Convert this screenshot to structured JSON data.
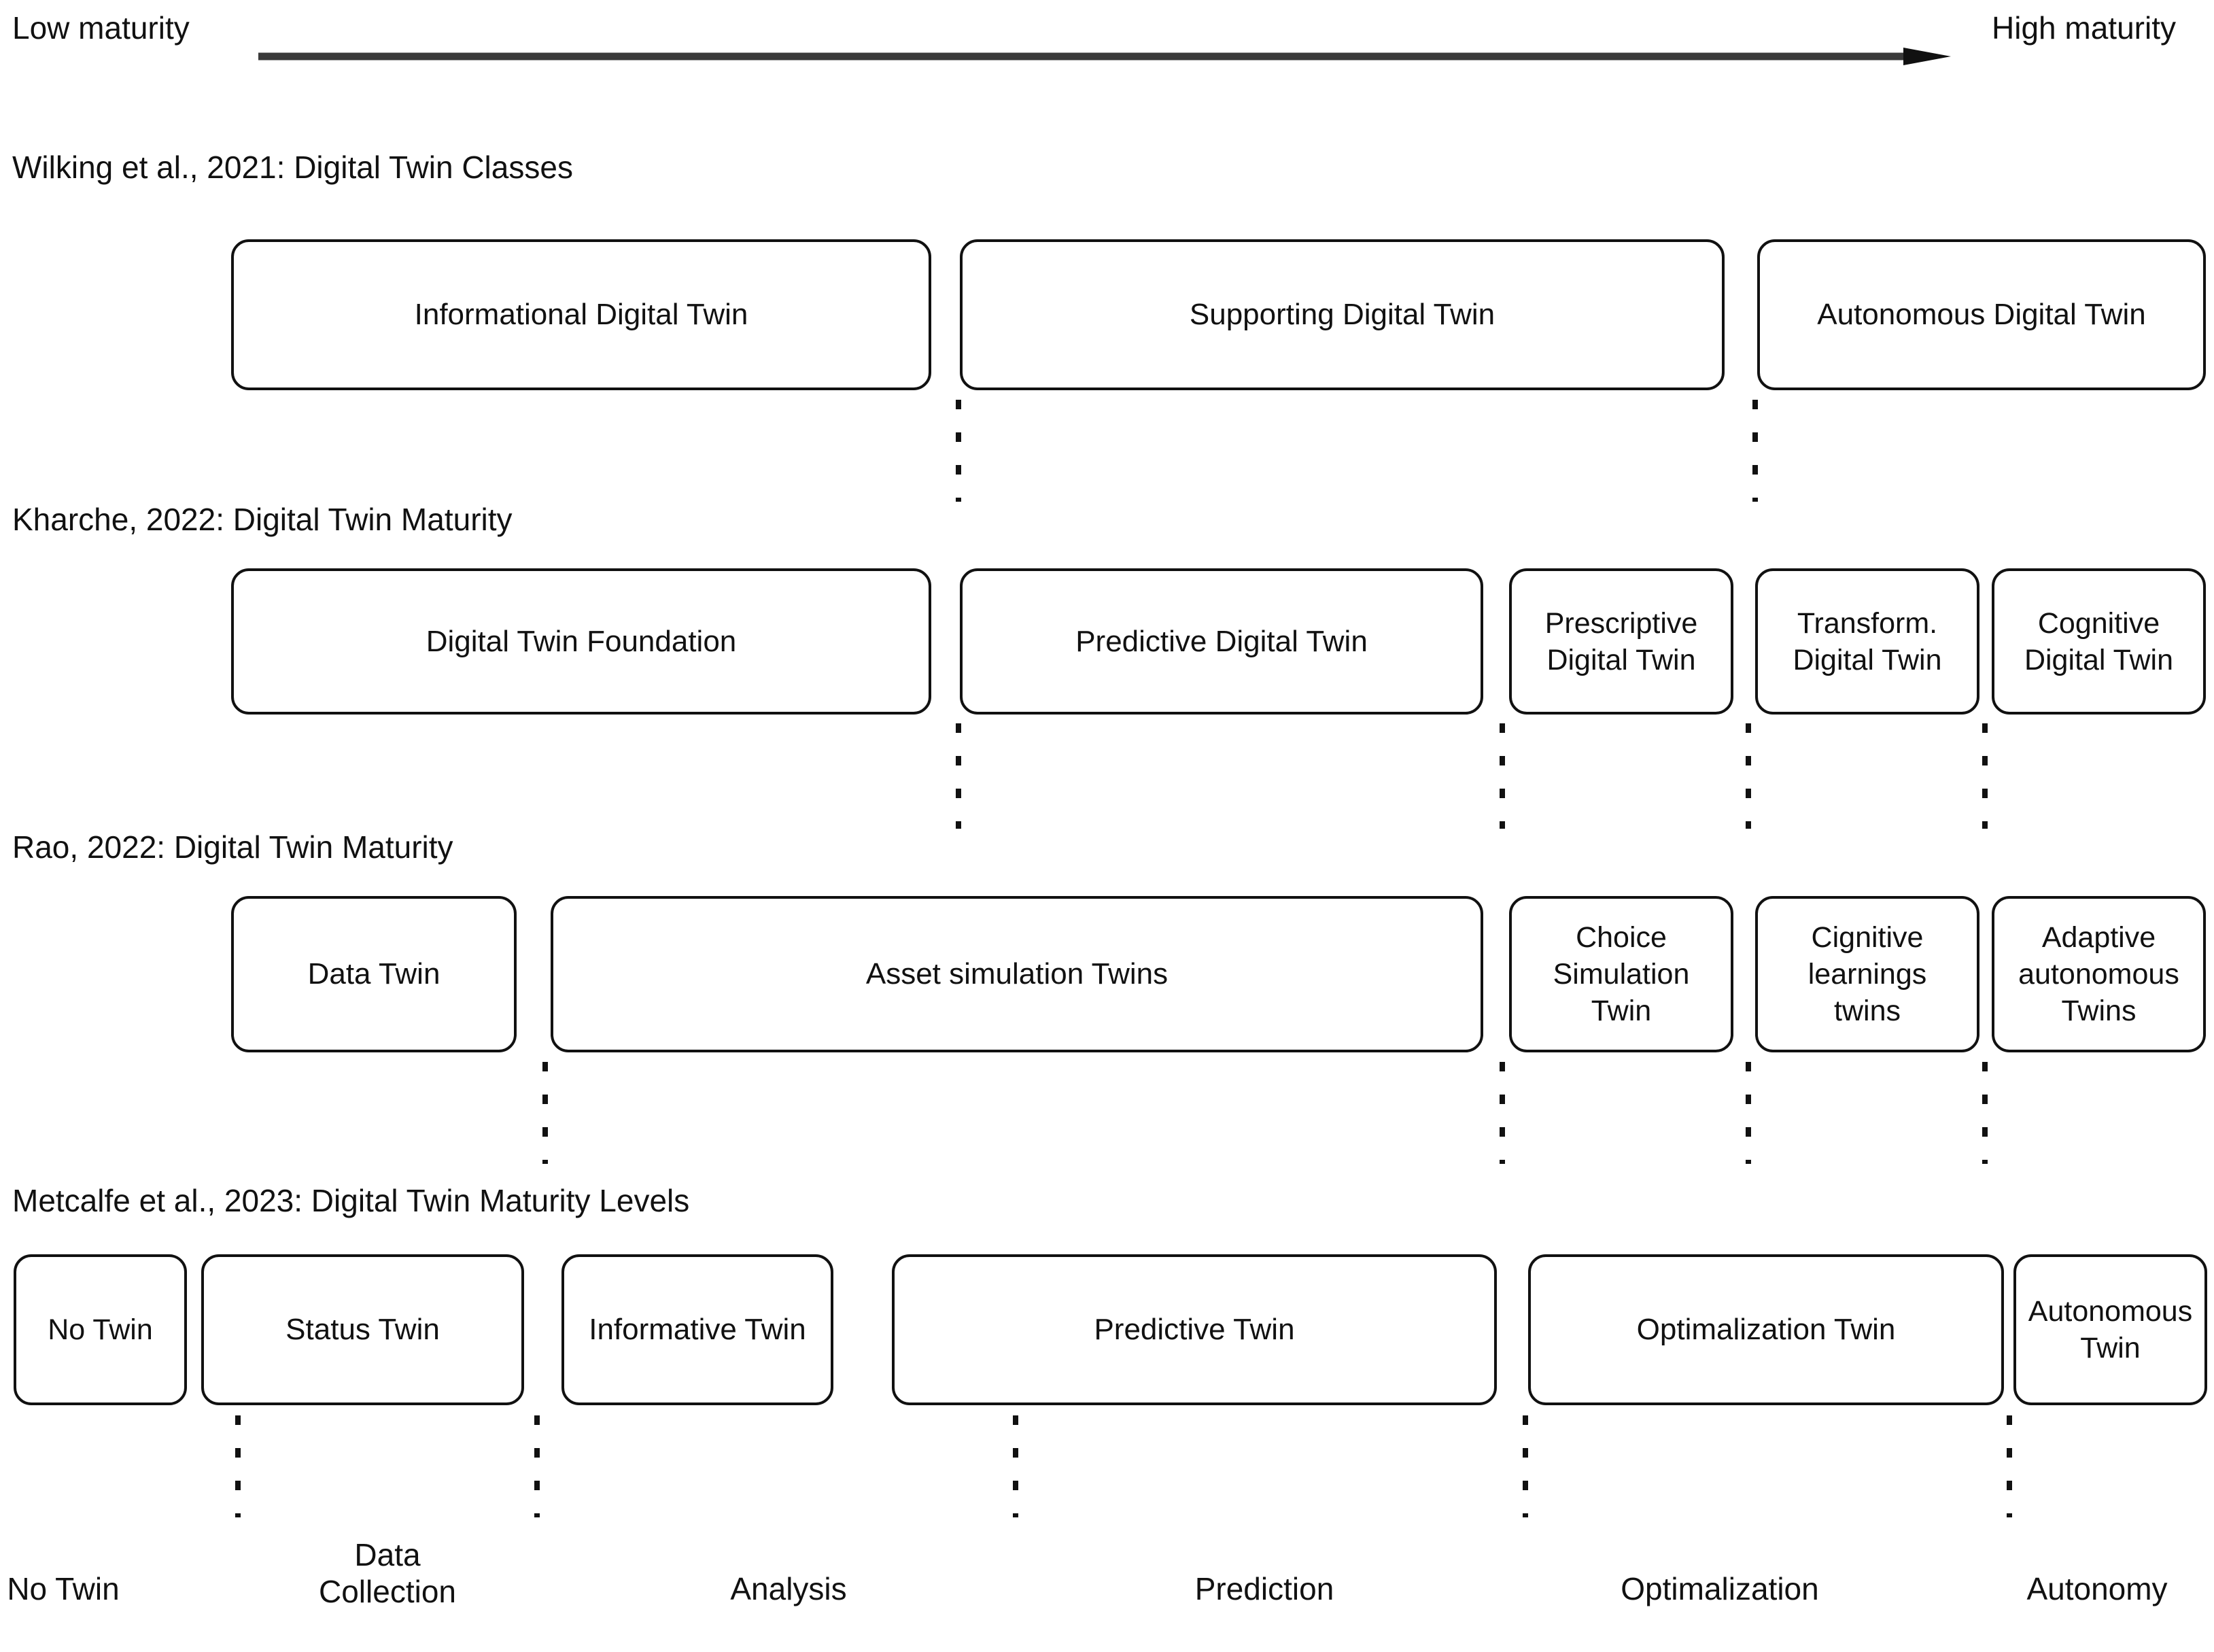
{
  "axis": {
    "low_label": "Low maturity",
    "high_label": "High maturity",
    "arrow_icon": "right-arrow-icon"
  },
  "rows": [
    {
      "id": "wilking",
      "title": "Wilking et al., 2021: Digital Twin Classes",
      "boxes": [
        {
          "label": "Informational Digital Twin"
        },
        {
          "label": "Supporting Digital Twin"
        },
        {
          "label": "Autonomous Digital Twin"
        }
      ]
    },
    {
      "id": "kharche",
      "title": "Kharche, 2022: Digital Twin Maturity",
      "boxes": [
        {
          "label": "Digital Twin Foundation"
        },
        {
          "label": "Predictive Digital Twin"
        },
        {
          "label": "Prescriptive\nDigital Twin"
        },
        {
          "label": "Transform.\nDigital Twin"
        },
        {
          "label": "Cognitive\nDigital Twin"
        }
      ]
    },
    {
      "id": "rao",
      "title": "Rao, 2022: Digital Twin Maturity",
      "boxes": [
        {
          "label": "Data Twin"
        },
        {
          "label": "Asset simulation Twins"
        },
        {
          "label": "Choice\nSimulation\nTwin"
        },
        {
          "label": "Cignitive\nlearnings\ntwins"
        },
        {
          "label": "Adaptive\nautonomous\nTwins"
        }
      ]
    },
    {
      "id": "metcalfe",
      "title": "Metcalfe et al., 2023: Digital Twin Maturity Levels",
      "boxes": [
        {
          "label": "No Twin"
        },
        {
          "label": "Status Twin"
        },
        {
          "label": "Informative Twin"
        },
        {
          "label": "Predictive Twin"
        },
        {
          "label": "Optimalization Twin"
        },
        {
          "label": "Autonomous\nTwin"
        }
      ]
    }
  ],
  "scale": {
    "labels": [
      "No Twin",
      "Data\nCollection",
      "Analysis",
      "Prediction",
      "Optimalization",
      "Autonomy"
    ]
  },
  "colors": {
    "stroke": "#111111",
    "text": "#111111",
    "background": "#ffffff"
  }
}
